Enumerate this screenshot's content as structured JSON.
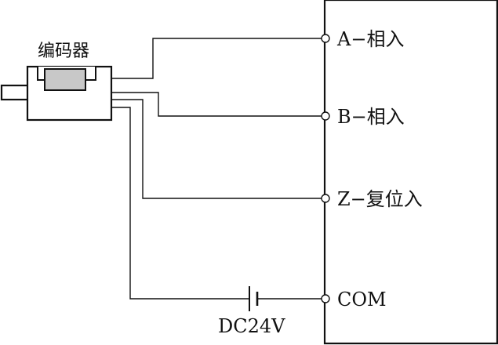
{
  "encoder": {
    "label": "编码器"
  },
  "terminals": [
    {
      "id": "a",
      "label": "A−相入"
    },
    {
      "id": "b",
      "label": "B−相入"
    },
    {
      "id": "z",
      "label": "Z−复位入"
    },
    {
      "id": "com",
      "label": "COM"
    }
  ],
  "power": {
    "label": "DC24V"
  }
}
